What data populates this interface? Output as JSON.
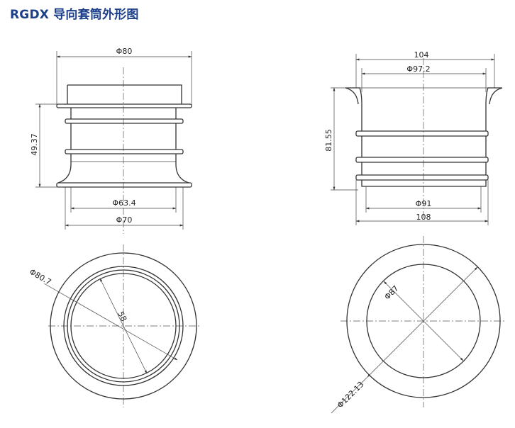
{
  "title": "RGDX 导向套筒外形图",
  "left_front": {
    "dim_top": "Φ80",
    "dim_height": "49.37",
    "dim_inner": "Φ63.4",
    "dim_bottom": "Φ70"
  },
  "right_front": {
    "dim_top_outer": "104",
    "dim_top_inner": "Φ97.2",
    "dim_height": "81.55",
    "dim_inner": "Φ91",
    "dim_bottom": "108"
  },
  "left_top": {
    "dim_outer": "Φ80.7",
    "dim_inner": "58"
  },
  "right_top": {
    "dim_inner": "Φ87",
    "dim_outer": "Φ122.13"
  }
}
